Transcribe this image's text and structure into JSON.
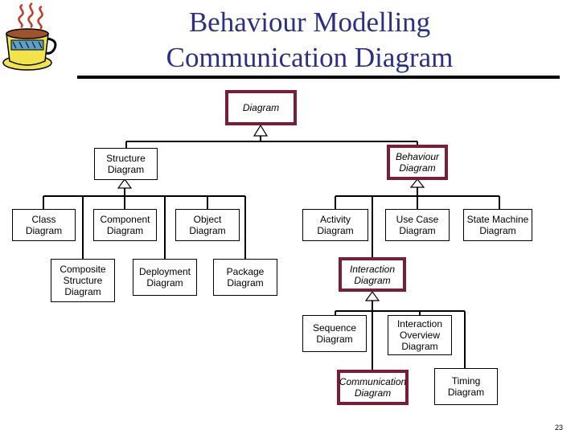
{
  "slide": {
    "title_line1": "Behaviour Modelling",
    "title_line2": "Communication Diagram",
    "page_number": "23"
  },
  "logo": {
    "icon": "coffee-cup-icon"
  },
  "diagram": {
    "nodes": {
      "diagram": "Diagram",
      "structure": "Structure\nDiagram",
      "behaviour": "Behaviour\nDiagram",
      "class": "Class\nDiagram",
      "component": "Component\nDiagram",
      "object": "Object\nDiagram",
      "composite": "Composite\nStructure\nDiagram",
      "deployment": "Deployment\nDiagram",
      "package": "Package\nDiagram",
      "activity": "Activity\nDiagram",
      "usecase": "Use Case\nDiagram",
      "statemachine": "State Machine\nDiagram",
      "interaction": "Interaction\nDiagram",
      "sequence": "Sequence\nDiagram",
      "overview": "Interaction\nOverview\nDiagram",
      "communication": "Communication\nDiagram",
      "timing": "Timing\nDiagram"
    },
    "colors": {
      "highlight_border": "#7b1d36",
      "title": "#2b2f85"
    }
  }
}
